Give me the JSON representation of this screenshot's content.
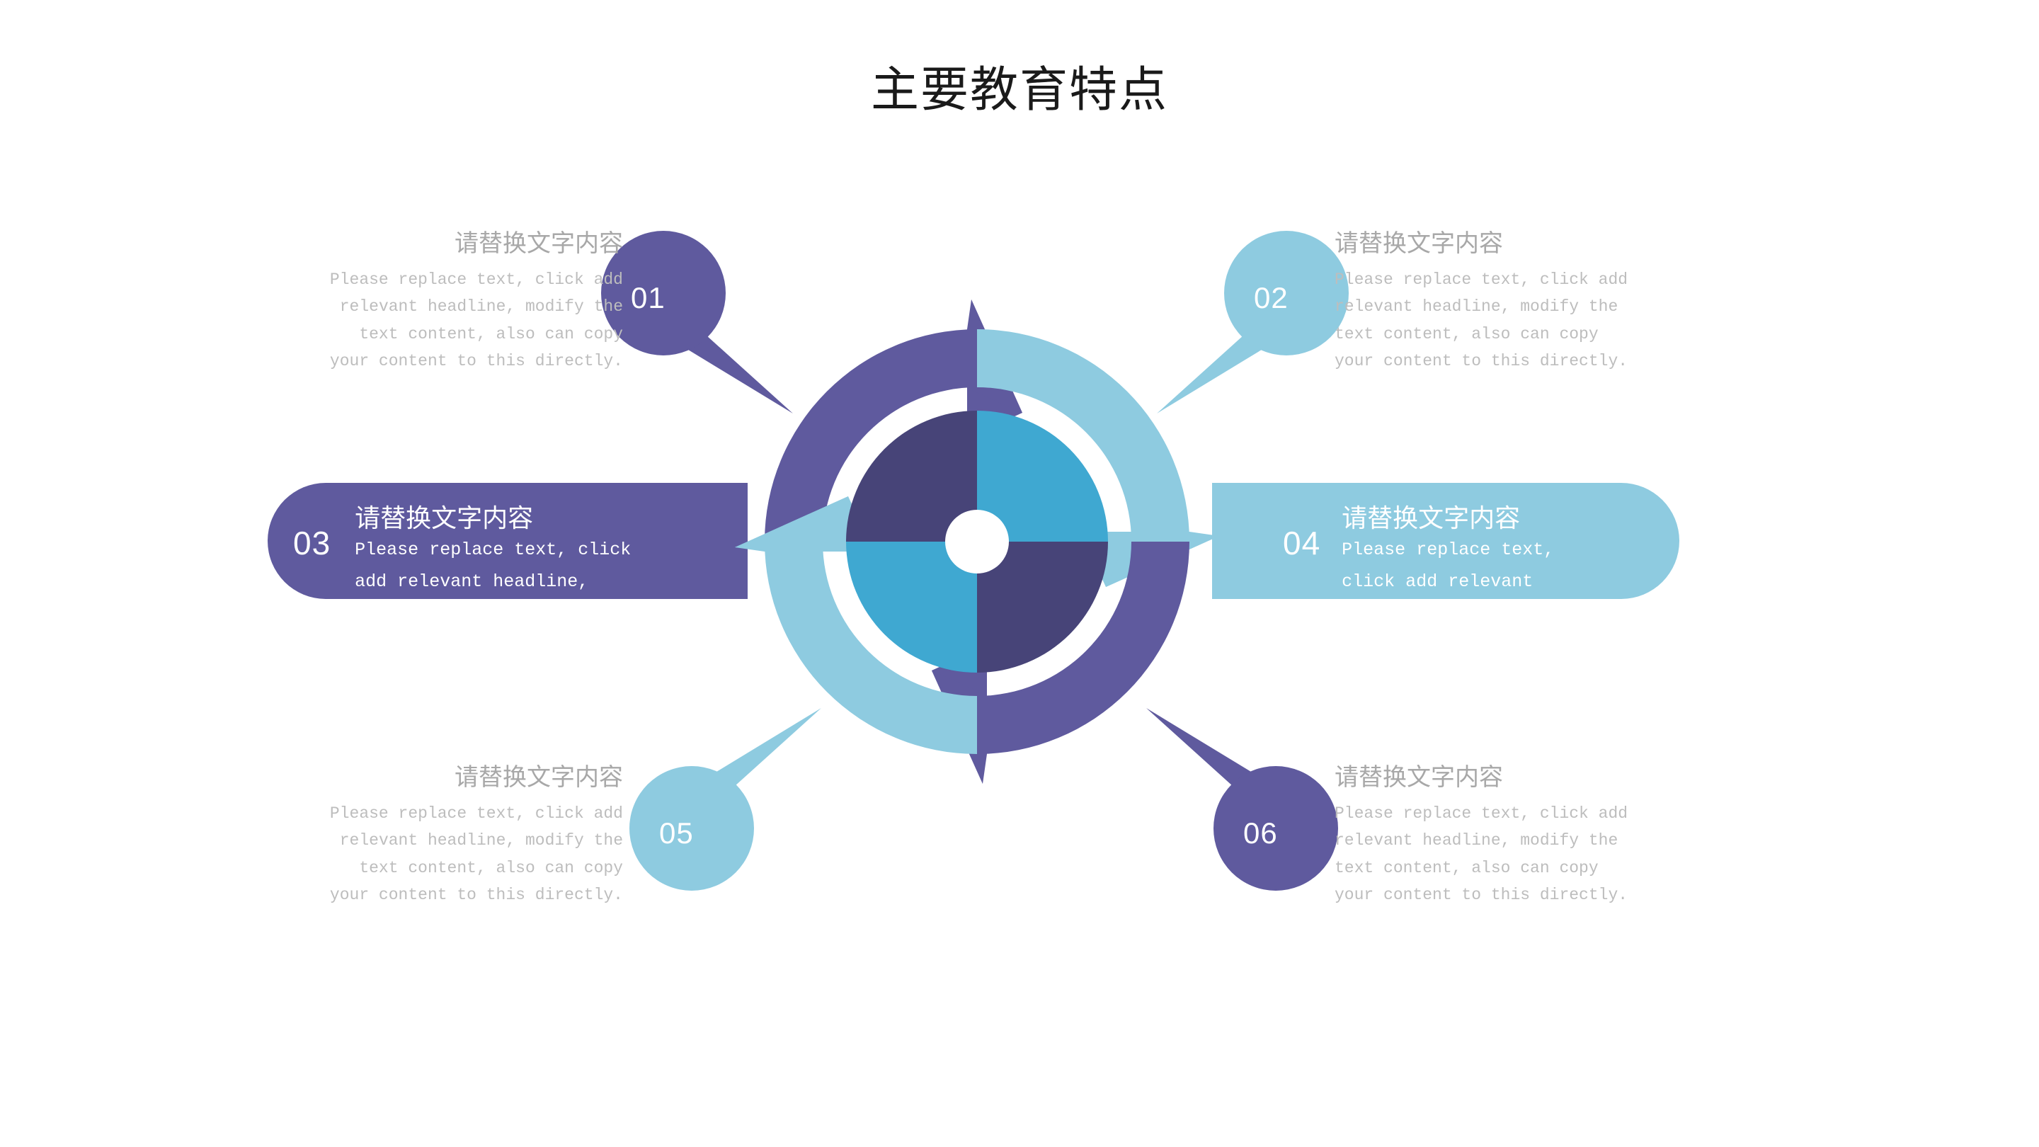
{
  "page": {
    "title": "主要教育特点",
    "background": "#ffffff"
  },
  "colors": {
    "purple": "#5f5a9e",
    "purple_dark": "#474478",
    "light_blue": "#8ecbe0",
    "teal": "#3fa8d1",
    "heading_gray": "#a8a8a8",
    "body_gray": "#bdbdbd",
    "title_black": "#1a1a1a",
    "white": "#ffffff"
  },
  "items": [
    {
      "number": "01",
      "heading": "请替换文字内容",
      "body": "Please replace text, click add relevant headline, modify the text content, also can copy your content to this directly.",
      "color": "#5f5a9e",
      "style": "pin",
      "align": "right",
      "position": "top-left"
    },
    {
      "number": "02",
      "heading": "请替换文字内容",
      "body": "Please replace text, click add relevant headline, modify the text content, also can copy your content to this directly.",
      "color": "#8ecbe0",
      "style": "pin",
      "align": "left",
      "position": "top-right"
    },
    {
      "number": "03",
      "heading": "请替换文字内容",
      "body": "Please replace text, click add relevant headline, modify the text content, also",
      "color": "#5f5a9e",
      "style": "bar",
      "align": "left",
      "position": "middle-left"
    },
    {
      "number": "04",
      "heading": "请替换文字内容",
      "body": "Please replace text, click add relevant headline, modify the text content, also",
      "color": "#8ecbe0",
      "style": "bar",
      "align": "left",
      "position": "middle-right"
    },
    {
      "number": "05",
      "heading": "请替换文字内容",
      "body": "Please replace text, click add relevant headline, modify the text content, also can copy your content to this directly.",
      "color": "#8ecbe0",
      "style": "pin",
      "align": "right",
      "position": "bottom-left"
    },
    {
      "number": "06",
      "heading": "请替换文字内容",
      "body": "Please replace text, click add relevant headline, modify the text content, also can copy your content to this directly.",
      "color": "#5f5a9e",
      "style": "pin",
      "align": "left",
      "position": "bottom-right"
    }
  ],
  "diagram": {
    "name": "four-segment-cycle-arrows",
    "outer_ring": {
      "segments": [
        {
          "name": "top-left-arrow",
          "color": "#5f5a9e",
          "direction": "clockwise"
        },
        {
          "name": "top-right-arrow",
          "color": "#8ecbe0",
          "direction": "clockwise"
        },
        {
          "name": "bottom-right-arrow",
          "color": "#5f5a9e",
          "direction": "clockwise"
        },
        {
          "name": "bottom-left-arrow",
          "color": "#8ecbe0",
          "direction": "clockwise"
        }
      ]
    },
    "inner_disc": {
      "quadrants": [
        {
          "name": "quadrant-top-left",
          "color": "#474478"
        },
        {
          "name": "quadrant-top-right",
          "color": "#3fa8d1"
        },
        {
          "name": "quadrant-bottom-left",
          "color": "#3fa8d1"
        },
        {
          "name": "quadrant-bottom-right",
          "color": "#474478"
        }
      ]
    },
    "hub": {
      "name": "center-hub",
      "color": "#ffffff"
    }
  }
}
